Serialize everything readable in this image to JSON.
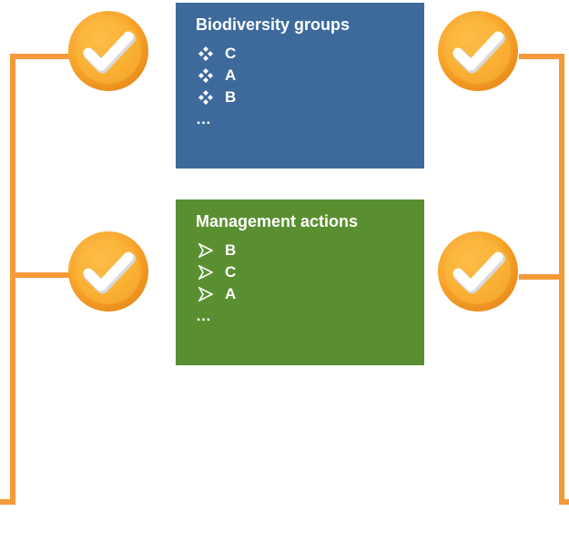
{
  "colors": {
    "connector": "#f59a3a",
    "badge_outer": "#f7a72e",
    "badge_inner": "#fbb83a",
    "panel_blue": "#3e6a9b",
    "panel_green": "#5a8f31",
    "checkmark": "#ffffff"
  },
  "panels": {
    "biodiversity": {
      "title": "Biodiversity groups",
      "bullet_icon": "four-diamond-icon",
      "items": [
        "C",
        "A",
        "B"
      ],
      "more": "…"
    },
    "management": {
      "title": "Management actions",
      "bullet_icon": "arrowhead-icon",
      "items": [
        "B",
        "C",
        "A"
      ],
      "more": "…"
    }
  },
  "badges": [
    {
      "icon": "checkmark-icon"
    },
    {
      "icon": "checkmark-icon"
    },
    {
      "icon": "checkmark-icon"
    },
    {
      "icon": "checkmark-icon"
    }
  ]
}
